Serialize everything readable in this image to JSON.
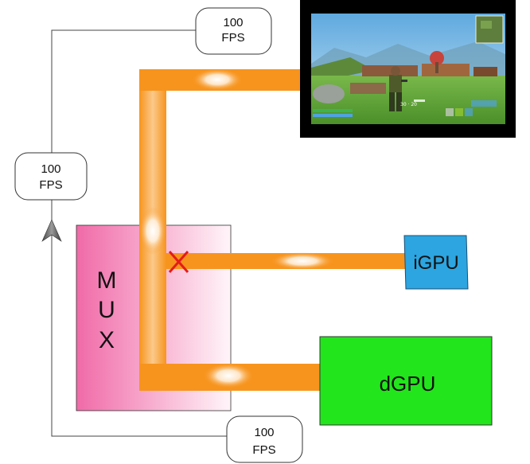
{
  "fps_badges": [
    {
      "value": "100",
      "unit": "FPS"
    },
    {
      "value": "100",
      "unit": "FPS"
    },
    {
      "value": "100",
      "unit": "FPS"
    }
  ],
  "mux": {
    "letters": [
      "M",
      "U",
      "X"
    ],
    "color": "#f472b0"
  },
  "igpu": {
    "label": "iGPU",
    "color": "#2ca5e0"
  },
  "dgpu": {
    "label": "dGPU",
    "color": "#22e51c"
  },
  "path_color": "#f7941d",
  "blocked_marker": {
    "symbol": "✕",
    "color": "#e41b1b"
  },
  "monitor": {
    "content": "game-screenshot",
    "hud": {
      "ammo": "30 · 20"
    }
  },
  "icons": [
    "arrow-up-icon",
    "blocked-x-icon",
    "monitor"
  ]
}
